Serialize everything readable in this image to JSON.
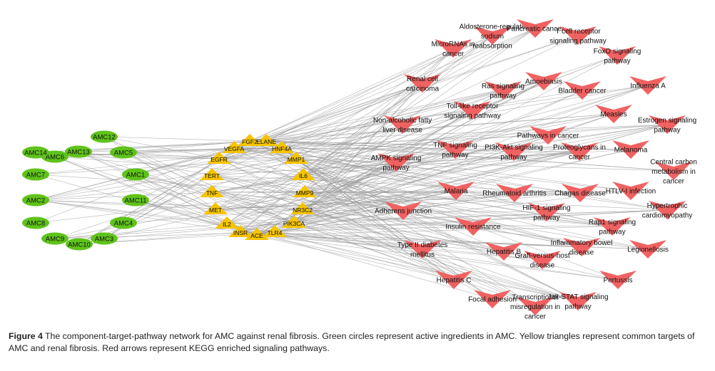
{
  "colors": {
    "ingredient": "#5fc31a",
    "target": "#f5c400",
    "pathway": "#f06262",
    "edge": "#9a9a9a"
  },
  "ingredients": [
    "AMC13",
    "AMC6",
    "AMC12",
    "AMC14",
    "AMC5",
    "AMC7",
    "AMC1",
    "AMC2",
    "AMC11",
    "AMC8",
    "AMC4",
    "AMC9",
    "AMC3",
    "AMC10"
  ],
  "targets": [
    "VEGFA",
    "FGF2",
    "ELANE",
    "HNF4A",
    "EGFR",
    "MMP1",
    "TERT",
    "IL6",
    "TNF",
    "MMP9",
    "MET",
    "NR3C2",
    "IL2",
    "PIK3CA",
    "INSR",
    "ACE",
    "TLR4"
  ],
  "pathways": [
    [
      "Aldosterone-regulate",
      "sodium",
      "reabsorption"
    ],
    [
      "Pancreatic cancer"
    ],
    [
      "T cell receptor",
      "signaling pathway"
    ],
    [
      "MicroRNAs in",
      "cancer"
    ],
    [
      "FoxO signaling",
      "pathway"
    ],
    [
      "Renal cell",
      "carcinoma"
    ],
    [
      "Ras signaling",
      "pathway"
    ],
    [
      "Amoebiasis"
    ],
    [
      "Bladder cancer"
    ],
    [
      "Influenza A"
    ],
    [
      "Toll-like receptor",
      "signaling pathway"
    ],
    [
      "Non-alcoholic fatty",
      "liver disease"
    ],
    [
      "Measles"
    ],
    [
      "Estrogen signaling",
      "pathway"
    ],
    [
      "Pathways in cancer"
    ],
    [
      "TNF signaling",
      "pathway"
    ],
    [
      "PI3K-Akt signaling",
      "pathway"
    ],
    [
      "Proteoglycans in",
      "cancer"
    ],
    [
      "Melanoma"
    ],
    [
      "Central carbon",
      "metabolism in",
      "cancer"
    ],
    [
      "AMPK signaling",
      "pathway"
    ],
    [
      "Malaria"
    ],
    [
      "Rheumatoid arthritis"
    ],
    [
      "Chagas disease"
    ],
    [
      "HTLV-I infection"
    ],
    [
      "Adherens junction"
    ],
    [
      "HIF-1 signaling",
      "pathway"
    ],
    [
      "Hypertrophic",
      "cardiomyopathy"
    ],
    [
      "Insulin resistance"
    ],
    [
      "Rap1 signaling",
      "pathway"
    ],
    [
      "Type II diabetes",
      "mellitus"
    ],
    [
      "Hepatitis B"
    ],
    [
      "Inflammatory bowel",
      "disease"
    ],
    [
      "Legionellosis"
    ],
    [
      "Graft-versus-host",
      "disease"
    ],
    [
      "Hepatitis C"
    ],
    [
      "Pertussis"
    ],
    [
      "Focal adhesion"
    ],
    [
      "Transcriptional",
      "misregulation in",
      "cancer"
    ],
    [
      "Jak-STAT signaling",
      "pathway"
    ]
  ],
  "caption": {
    "label": "Figure 4",
    "text": " The component-target-pathway network for AMC against renal fibrosis. Green circles represent active ingredients in AMC. Yellow triangles represent common targets of AMC and renal fibrosis. Red arrows represent KEGG enriched signaling pathways."
  }
}
